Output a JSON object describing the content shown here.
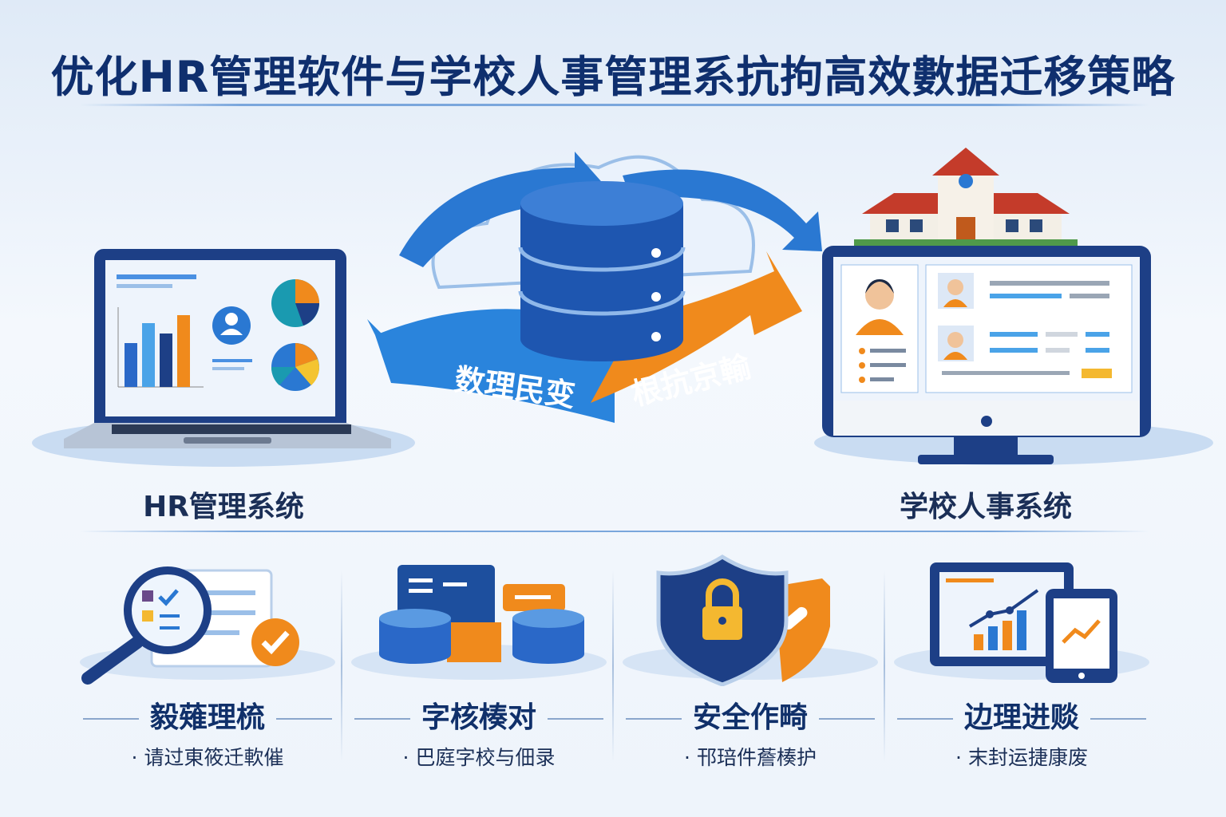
{
  "title": "优化HR管理软件与学校人事管理系抗拘高效數据迁移策略",
  "left_system": {
    "label": "HR管理系统"
  },
  "right_system": {
    "label": "学校人事系统"
  },
  "center": {
    "left_arrow_label": "数理民变",
    "right_arrow_label": "根抗京輸",
    "colors": {
      "blue": "#2a78d2",
      "orange": "#f08a1c",
      "navy": "#0f2f6e"
    }
  },
  "features": [
    {
      "title": "毅薙理梳",
      "subtitle": "· 请过東筱迁軟催",
      "icon": "magnifier-checklist-icon"
    },
    {
      "title": "字核楱对",
      "subtitle": "· 巴庭字校与佃录",
      "icon": "database-sync-icon"
    },
    {
      "title": "安全作畸",
      "subtitle": "· 邗琣件薝楱护",
      "icon": "shield-lock-icon"
    },
    {
      "title": "边理进赕",
      "subtitle": "· 末封运捷康废",
      "icon": "analytics-tablet-icon"
    }
  ]
}
